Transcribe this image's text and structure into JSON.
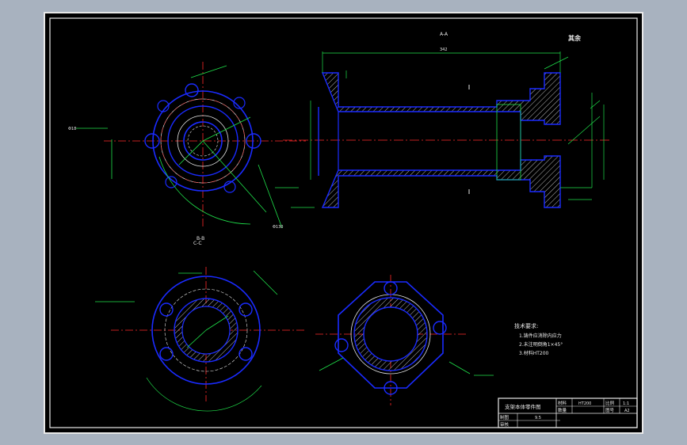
{
  "drawing": {
    "title_block": {
      "part_name": "支架本体零件图",
      "material_label": "材料",
      "material_value": "HT200",
      "scale_label": "比例",
      "scale_value": "1:1",
      "quantity_label": "数量",
      "drawing_no_label": "图号",
      "drawing_no_value": "A2",
      "drafter_label": "制图",
      "checker_label": "审核",
      "date_value": "9.5"
    },
    "roughness_note": "其余",
    "section_labels": {
      "main": "A-A",
      "left_top": "C-C",
      "left_bottom": "B-B"
    },
    "tech_req": {
      "title": "技术要求:",
      "items": [
        "1.铸件应消除内应力",
        "2.未注明倒角1×45°",
        "3.材料HT200"
      ]
    },
    "dimensions": {
      "overall_length": "342",
      "hole_dia": "Φ18",
      "bolt_circle": "Φ130"
    }
  },
  "colors": {
    "outline": "#1a2bff",
    "center_line": "#ff2a2a",
    "dimension": "#1fe04a",
    "text": "#e8e8e8",
    "hatch": "#e8e8e8",
    "background": "#000000",
    "surround": "#a8b2bf"
  }
}
